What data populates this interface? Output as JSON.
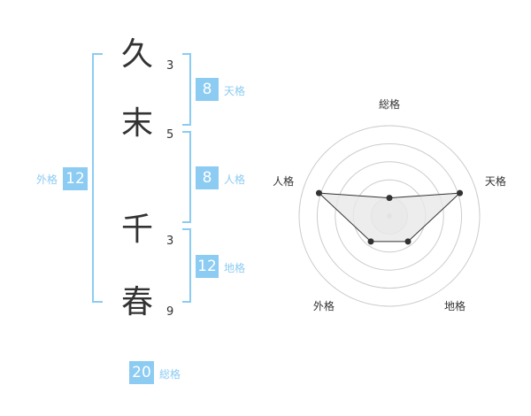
{
  "name": {
    "chars": [
      {
        "char": "久",
        "strokes": "3"
      },
      {
        "char": "末",
        "strokes": "5"
      },
      {
        "char": "千",
        "strokes": "3"
      },
      {
        "char": "春",
        "strokes": "9"
      }
    ]
  },
  "fortune": {
    "ten": {
      "value": "8",
      "label": "天格"
    },
    "jin": {
      "value": "8",
      "label": "人格"
    },
    "chi": {
      "value": "12",
      "label": "地格"
    },
    "gai": {
      "value": "12",
      "label": "外格"
    },
    "sou": {
      "value": "20",
      "label": "総格"
    }
  },
  "radar": {
    "axes": [
      "総格",
      "天格",
      "地格",
      "外格",
      "人格"
    ],
    "values": [
      0.2,
      0.82,
      0.35,
      0.35,
      0.82
    ],
    "line_color": "#333333",
    "fill_color": "#e8e8e8"
  },
  "colors": {
    "accent": "#8ccbf2",
    "text": "#333333"
  }
}
